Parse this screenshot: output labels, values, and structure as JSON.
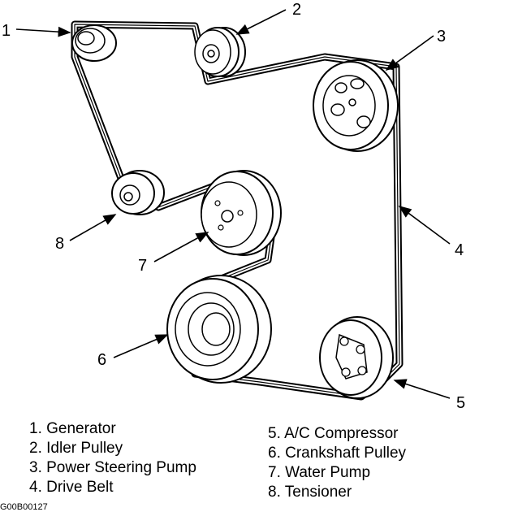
{
  "callouts": [
    "1",
    "2",
    "3",
    "4",
    "5",
    "6",
    "7",
    "8"
  ],
  "legend": {
    "left": [
      "1. Generator",
      "2. Idler Pulley",
      "3. Power Steering Pump",
      "4. Drive Belt"
    ],
    "right": [
      "5. A/C Compressor",
      "6. Crankshaft Pulley",
      "7. Water Pump",
      "8. Tensioner"
    ]
  },
  "figure_code": "G00B00127"
}
